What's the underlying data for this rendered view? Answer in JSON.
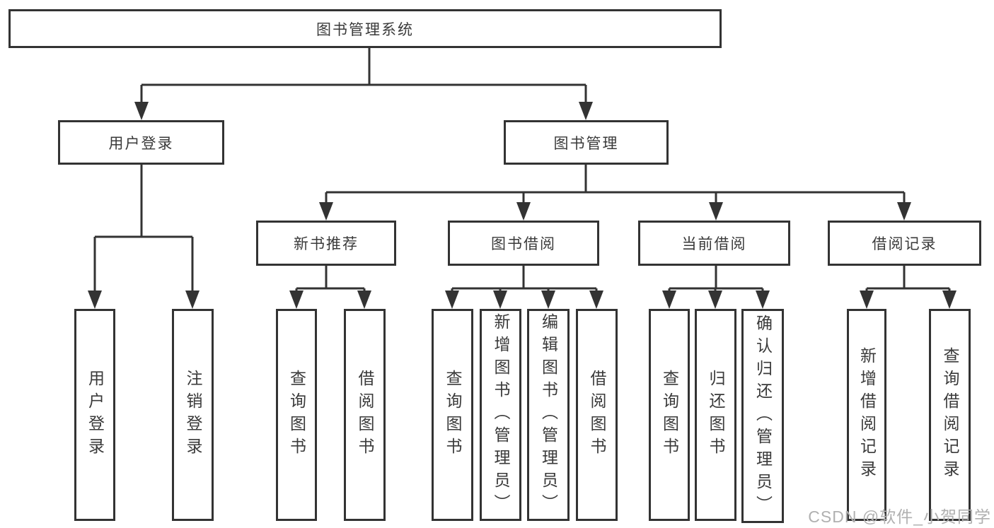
{
  "diagram_title": "图书管理系统",
  "colors": {
    "line": "#333333",
    "node_border": "#333333",
    "node_fill": "#ffffff",
    "text": "#3a3a3a",
    "watermark": "#b0b0b0",
    "background": "#ffffff"
  },
  "tree": {
    "label": "图书管理系统",
    "children": [
      {
        "label": "用户登录",
        "children": [
          {
            "label": "用户登录"
          },
          {
            "label": "注销登录"
          }
        ]
      },
      {
        "label": "图书管理",
        "children": [
          {
            "label": "新书推荐",
            "children": [
              {
                "label": "查询图书"
              },
              {
                "label": "借阅图书"
              }
            ]
          },
          {
            "label": "图书借阅",
            "children": [
              {
                "label": "查询图书"
              },
              {
                "label": "新增图书（管理员）"
              },
              {
                "label": "编辑图书（管理员）"
              },
              {
                "label": "借阅图书"
              }
            ]
          },
          {
            "label": "当前借阅",
            "children": [
              {
                "label": "查询图书"
              },
              {
                "label": "归还图书"
              },
              {
                "label": "确认归还（管理员）"
              }
            ]
          },
          {
            "label": "借阅记录",
            "children": [
              {
                "label": "新增借阅记录"
              },
              {
                "label": "查询借阅记录"
              }
            ]
          }
        ]
      }
    ]
  },
  "watermark": {
    "text": "CSDN @软件_小贺同学"
  }
}
